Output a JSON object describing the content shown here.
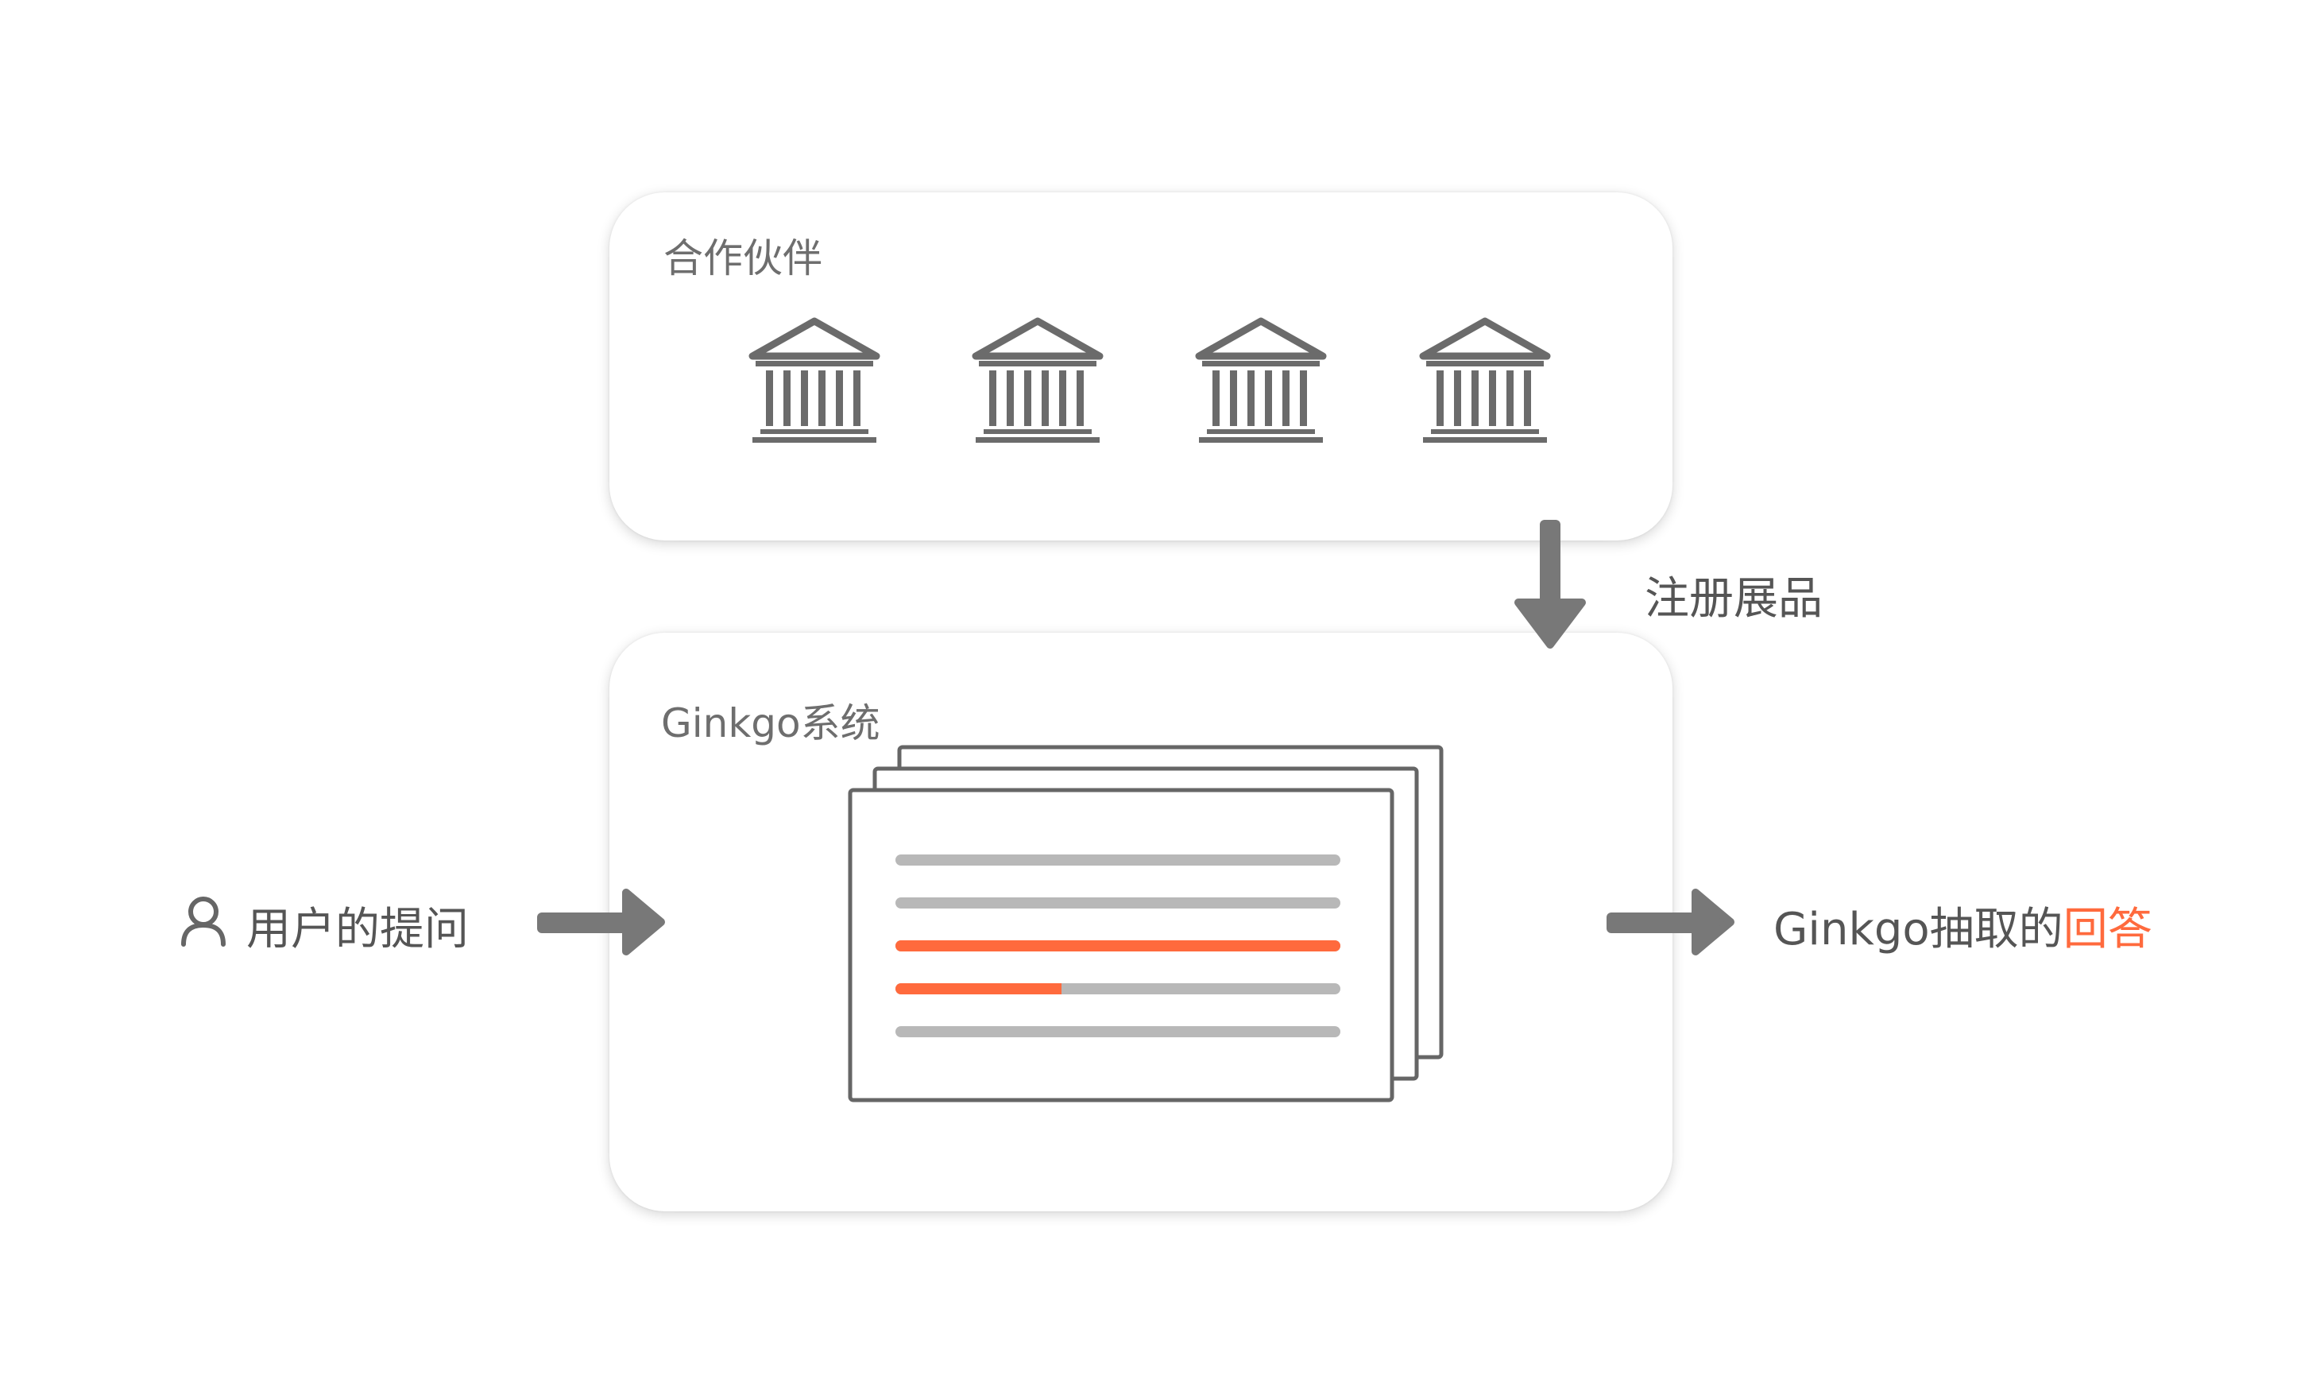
{
  "partners": {
    "title": "合作伙伴",
    "icons": [
      "bank-icon",
      "bank-icon",
      "bank-icon",
      "bank-icon"
    ]
  },
  "system": {
    "title": "Ginkgo系统"
  },
  "flow": {
    "register_label": "注册展品",
    "user_question": "用户的提问",
    "answer_prefix": "Ginkgo抽取的",
    "answer_highlight": "回答"
  },
  "colors": {
    "accent": "#ff6a3d",
    "arrow": "#787878",
    "icon": "#6b6b6b",
    "text_line": "#b8b8b8",
    "panel_bg": "#ffffff"
  },
  "document_lines": [
    {
      "highlight": false,
      "highlight_fraction": 0
    },
    {
      "highlight": false,
      "highlight_fraction": 0
    },
    {
      "highlight": true,
      "highlight_fraction": 1
    },
    {
      "highlight": true,
      "highlight_fraction": 0.37
    },
    {
      "highlight": false,
      "highlight_fraction": 0
    }
  ]
}
